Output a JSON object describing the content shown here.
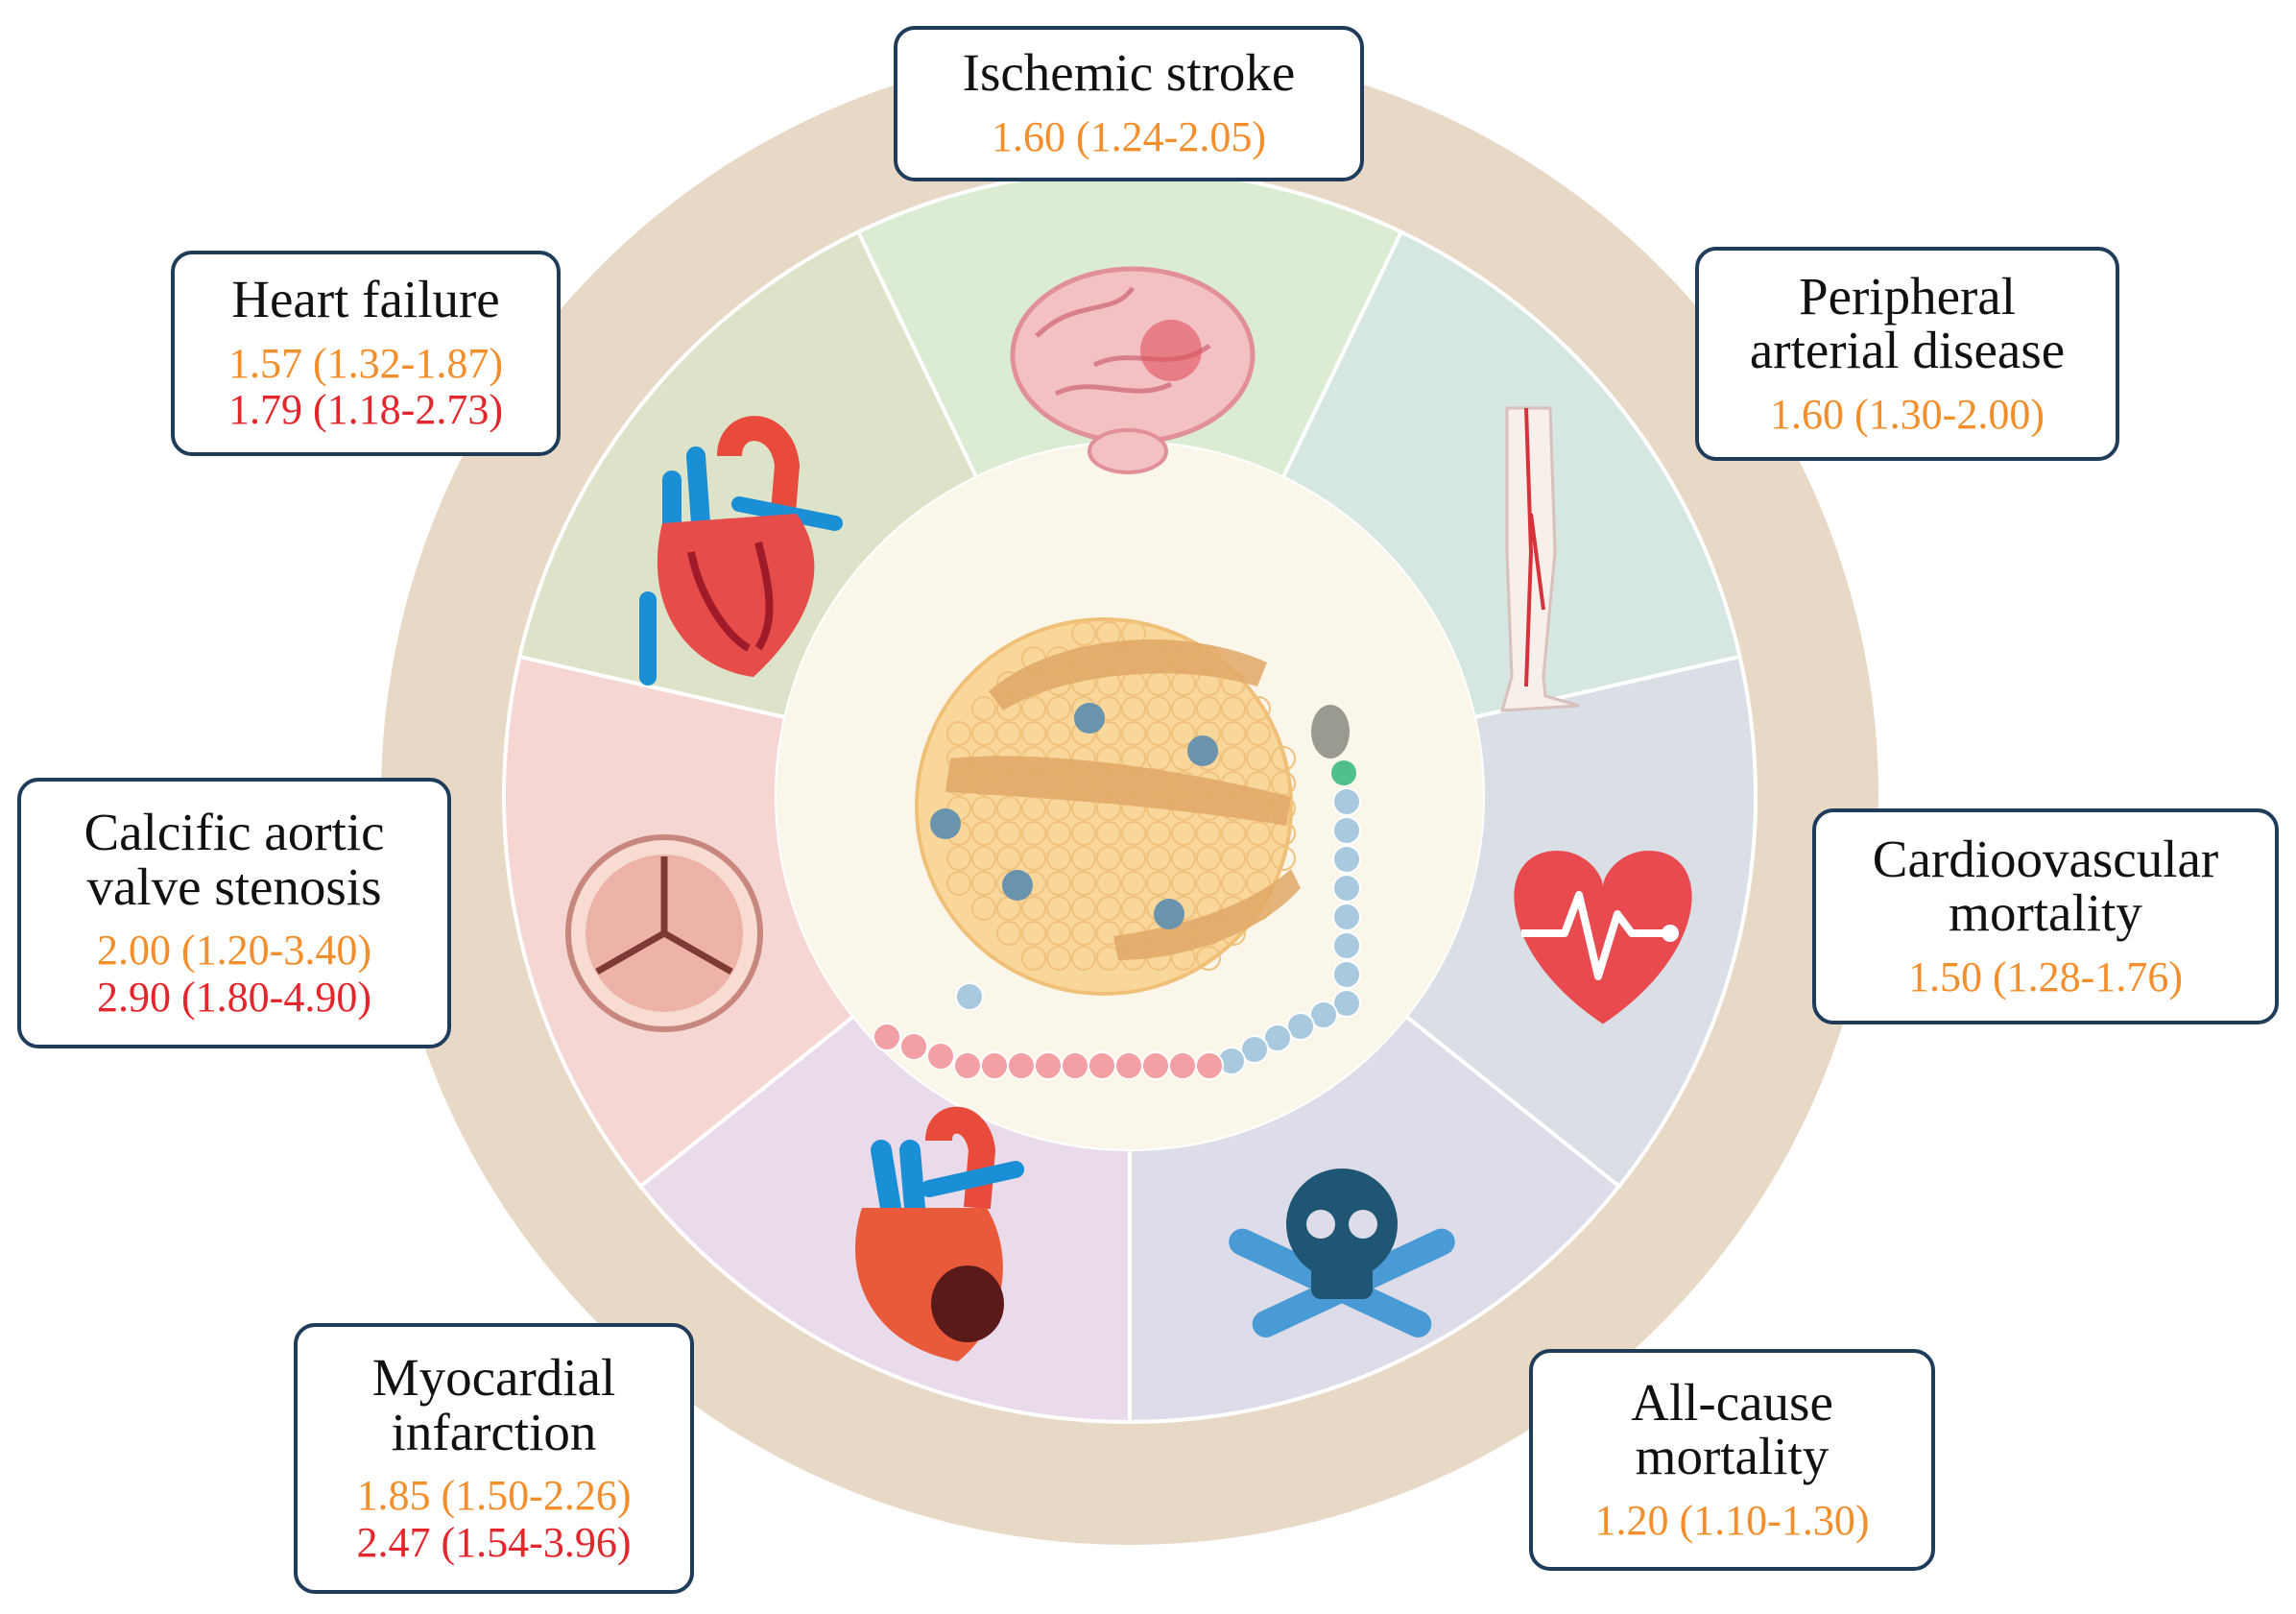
{
  "colors": {
    "ring": "#e8d8c6",
    "center": "#fbf6ea",
    "box_border": "#1f3c5a",
    "estimate_primary": "#f28e2b",
    "estimate_secondary": "#e3262b"
  },
  "center_icon": "lipoprotein-particle-icon",
  "outcomes": [
    {
      "key": "ischemic-stroke",
      "title_lines": [
        "Ischemic stroke"
      ],
      "values": [
        "1.60 (1.24-2.05)"
      ],
      "icon": "brain-icon",
      "sector_color": "#dcecd2"
    },
    {
      "key": "peripheral-arterial-disease",
      "title_lines": [
        "Peripheral",
        "arterial disease"
      ],
      "values": [
        "1.60 (1.30-2.00)"
      ],
      "icon": "leg-arteries-icon",
      "sector_color": "#d6e6e0"
    },
    {
      "key": "cardiovascular-mortality",
      "title_lines": [
        "Cardioovascular",
        "mortality"
      ],
      "values": [
        "1.50 (1.28-1.76)"
      ],
      "icon": "heart-pulse-icon",
      "sector_color": "#d9dfe5"
    },
    {
      "key": "all-cause-mortality",
      "title_lines": [
        "All-cause",
        "mortality"
      ],
      "values": [
        "1.20 (1.10-1.30)"
      ],
      "icon": "skull-crossbones-icon",
      "sector_color": "#dcdde8"
    },
    {
      "key": "myocardial-infarction",
      "title_lines": [
        "Myocardial",
        "infarction"
      ],
      "values": [
        "1.85 (1.50-2.26)",
        "2.47 (1.54-3.96)"
      ],
      "icon": "infarcted-heart-icon",
      "sector_color": "#eadbea"
    },
    {
      "key": "calcific-aortic-valve-stenosis",
      "title_lines": [
        "Calcific aortic",
        "valve stenosis"
      ],
      "values": [
        "2.00 (1.20-3.40)",
        "2.90 (1.80-4.90)"
      ],
      "icon": "aortic-valve-icon",
      "sector_color": "#f6d6d2"
    },
    {
      "key": "heart-failure",
      "title_lines": [
        "Heart failure"
      ],
      "values": [
        "1.57 (1.32-1.87)",
        "1.79 (1.18-2.73)"
      ],
      "icon": "heart-anatomy-icon",
      "sector_color": "#dde3c9"
    }
  ]
}
